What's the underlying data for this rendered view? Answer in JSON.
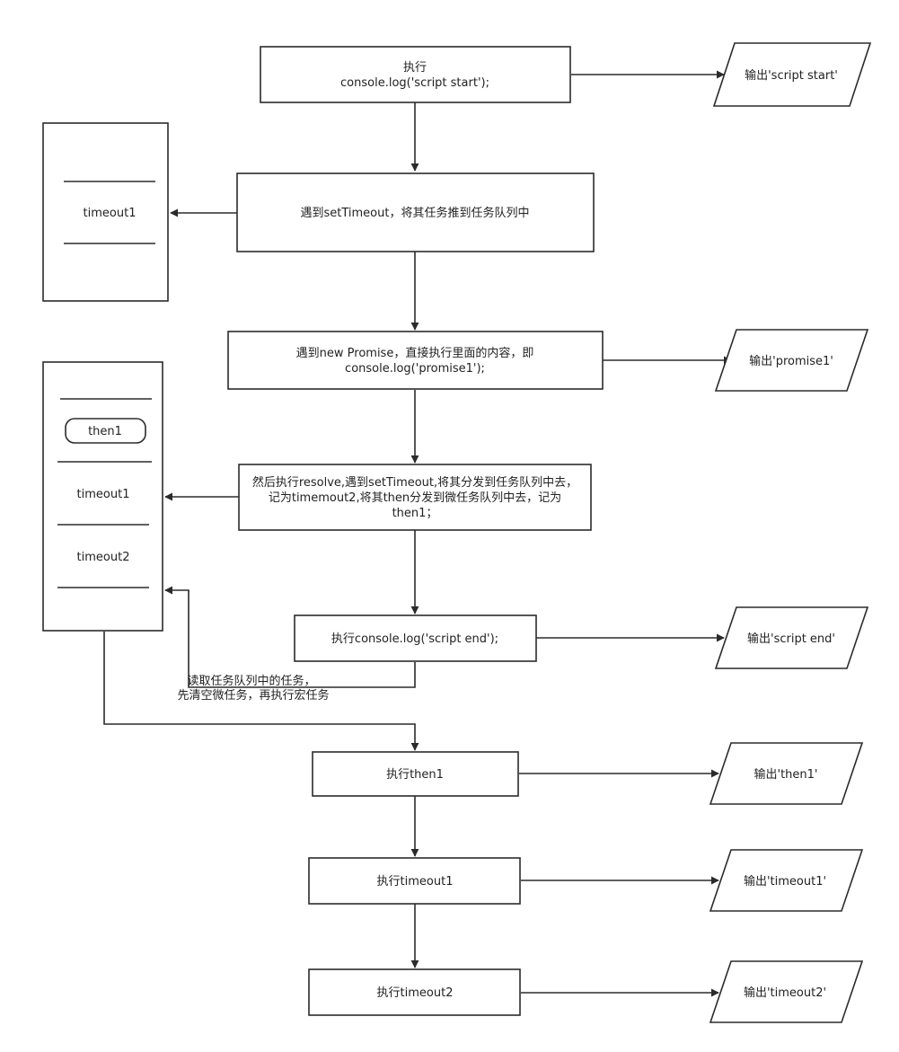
{
  "steps": {
    "s1": {
      "line1": "执行",
      "line2": "console.log('script start');"
    },
    "s2": {
      "line1": "遇到setTimeout，将其任务推到任务队列中"
    },
    "s3": {
      "line1": "遇到new Promise，直接执行里面的内容，即",
      "line2": "console.log('promise1');"
    },
    "s4": {
      "line1": "然后执行resolve,遇到setTimeout,将其分发到任务队列中去，",
      "line2": "记为timemout2,将其then分发到微任务队列中去，记为",
      "line3": "then1；"
    },
    "s5": {
      "line1": "执行console.log('script end');"
    },
    "s6": {
      "line1": "执行then1"
    },
    "s7": {
      "line1": "执行timeout1"
    },
    "s8": {
      "line1": "执行timeout2"
    }
  },
  "outputs": {
    "o1": "输出'script start'",
    "o2": "输出'promise1'",
    "o3": "输出'script end'",
    "o4": "输出'then1'",
    "o5": "输出'timeout1'",
    "o6": "输出'timeout2'"
  },
  "queue1": {
    "item1": "timeout1"
  },
  "queue2": {
    "microtask": "then1",
    "item1": "timeout1",
    "item2": "timeout2"
  },
  "loop_note": {
    "line1": "读取任务队列中的任务，",
    "line2": "先清空微任务，再执行宏任务"
  }
}
